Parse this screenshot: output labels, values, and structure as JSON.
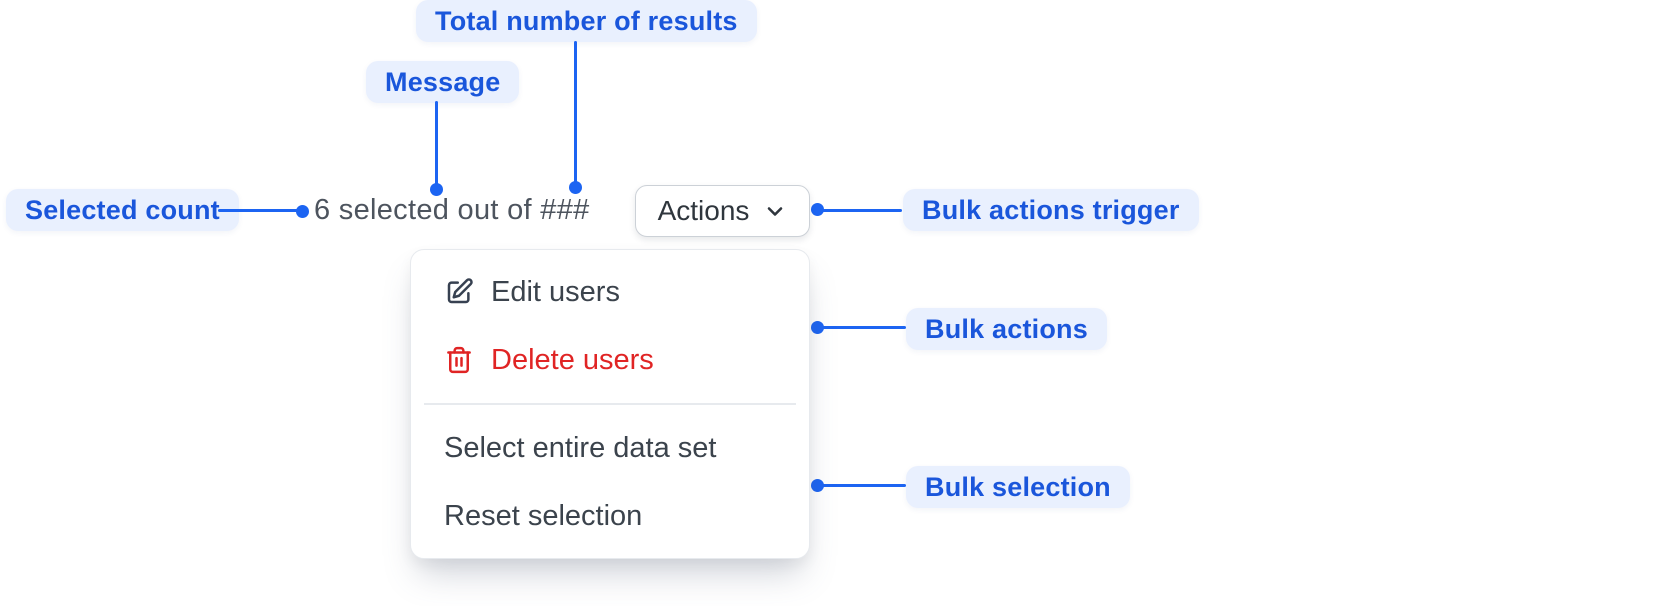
{
  "colors": {
    "accent_text": "#1a56db",
    "accent_line": "#1c64f2",
    "pill_bg": "#e9f0fe",
    "danger": "#e02424",
    "menu_text": "#3b434c",
    "muted_text": "#4d545e"
  },
  "annotations": {
    "total_results": "Total number of results",
    "message": "Message",
    "selected_count": "Selected count",
    "bulk_actions_trigger": "Bulk actions trigger",
    "bulk_actions": "Bulk actions",
    "bulk_selection": "Bulk selection"
  },
  "toolbar": {
    "selection_message": "6 selected out of ###",
    "actions_label": "Actions"
  },
  "menu": {
    "items": [
      {
        "label": "Edit users",
        "icon": "pencil-square-icon",
        "tone": "default"
      },
      {
        "label": "Delete users",
        "icon": "trash-icon",
        "tone": "danger"
      },
      {
        "label": "Select entire data set",
        "tone": "default"
      },
      {
        "label": "Reset selection",
        "tone": "default"
      }
    ]
  }
}
